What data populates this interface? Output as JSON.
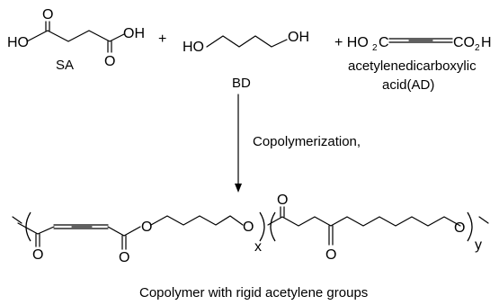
{
  "reactants": {
    "sa": {
      "label": "SA",
      "atoms": {
        "ho": "HO",
        "oh": "OH",
        "o_top": "O",
        "o_bottom": "O"
      }
    },
    "plus_1": "+",
    "bd": {
      "label": "BD",
      "atoms": {
        "ho": "HO",
        "oh": "OH"
      }
    },
    "ad": {
      "prefix": "+ HO",
      "sub_2a": "2",
      "c_left": "C",
      "co2h": "CO",
      "sub_2b": "2",
      "h_end": "H",
      "name_line1": "acetylenedicarboxylic",
      "name_line2": "acid(AD)"
    }
  },
  "reaction": {
    "condition": "Copolymerization,"
  },
  "product": {
    "atoms": {
      "o1": "O",
      "o2": "O",
      "o3": "O",
      "o4": "O",
      "o5": "O",
      "o6": "O",
      "o7": "O"
    },
    "subscripts": {
      "x": "x",
      "y": "y"
    },
    "caption": "Copolymer with rigid acetylene groups"
  }
}
